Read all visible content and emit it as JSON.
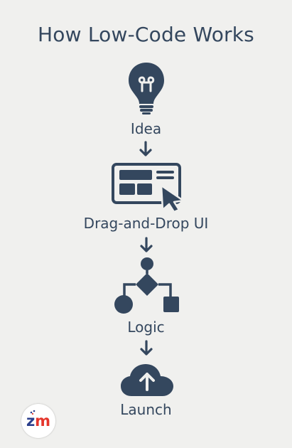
{
  "title": "How Low-Code Works",
  "colors": {
    "background": "#f0f0ee",
    "ink": "#34475e",
    "logo_red": "#e5362c",
    "logo_blue": "#2b3f8c"
  },
  "steps": [
    {
      "label": "Idea",
      "icon": "lightbulb-icon"
    },
    {
      "label": "Drag-and-Drop UI",
      "icon": "ui-window-cursor-icon"
    },
    {
      "label": "Logic",
      "icon": "flowchart-icon"
    },
    {
      "label": "Launch",
      "icon": "cloud-upload-icon"
    }
  ],
  "connectors": [
    "arrow-down-icon",
    "arrow-down-icon",
    "arrow-down-icon"
  ],
  "logo": {
    "text": "zm",
    "icon": "zm-logo"
  }
}
